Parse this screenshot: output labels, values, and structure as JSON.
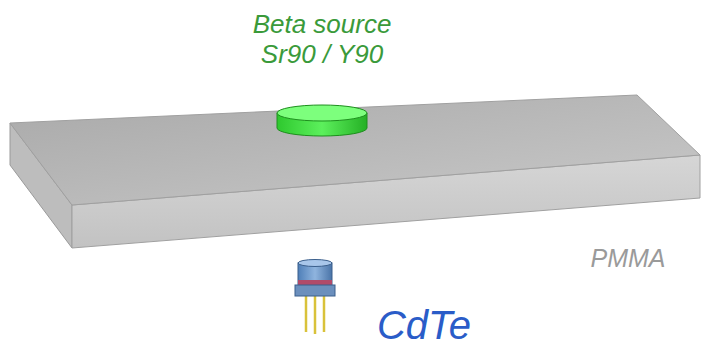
{
  "diagram": {
    "labels": [
      "Beta source Sr90 / Y90",
      "PMMA",
      "CdTe"
    ]
  }
}
